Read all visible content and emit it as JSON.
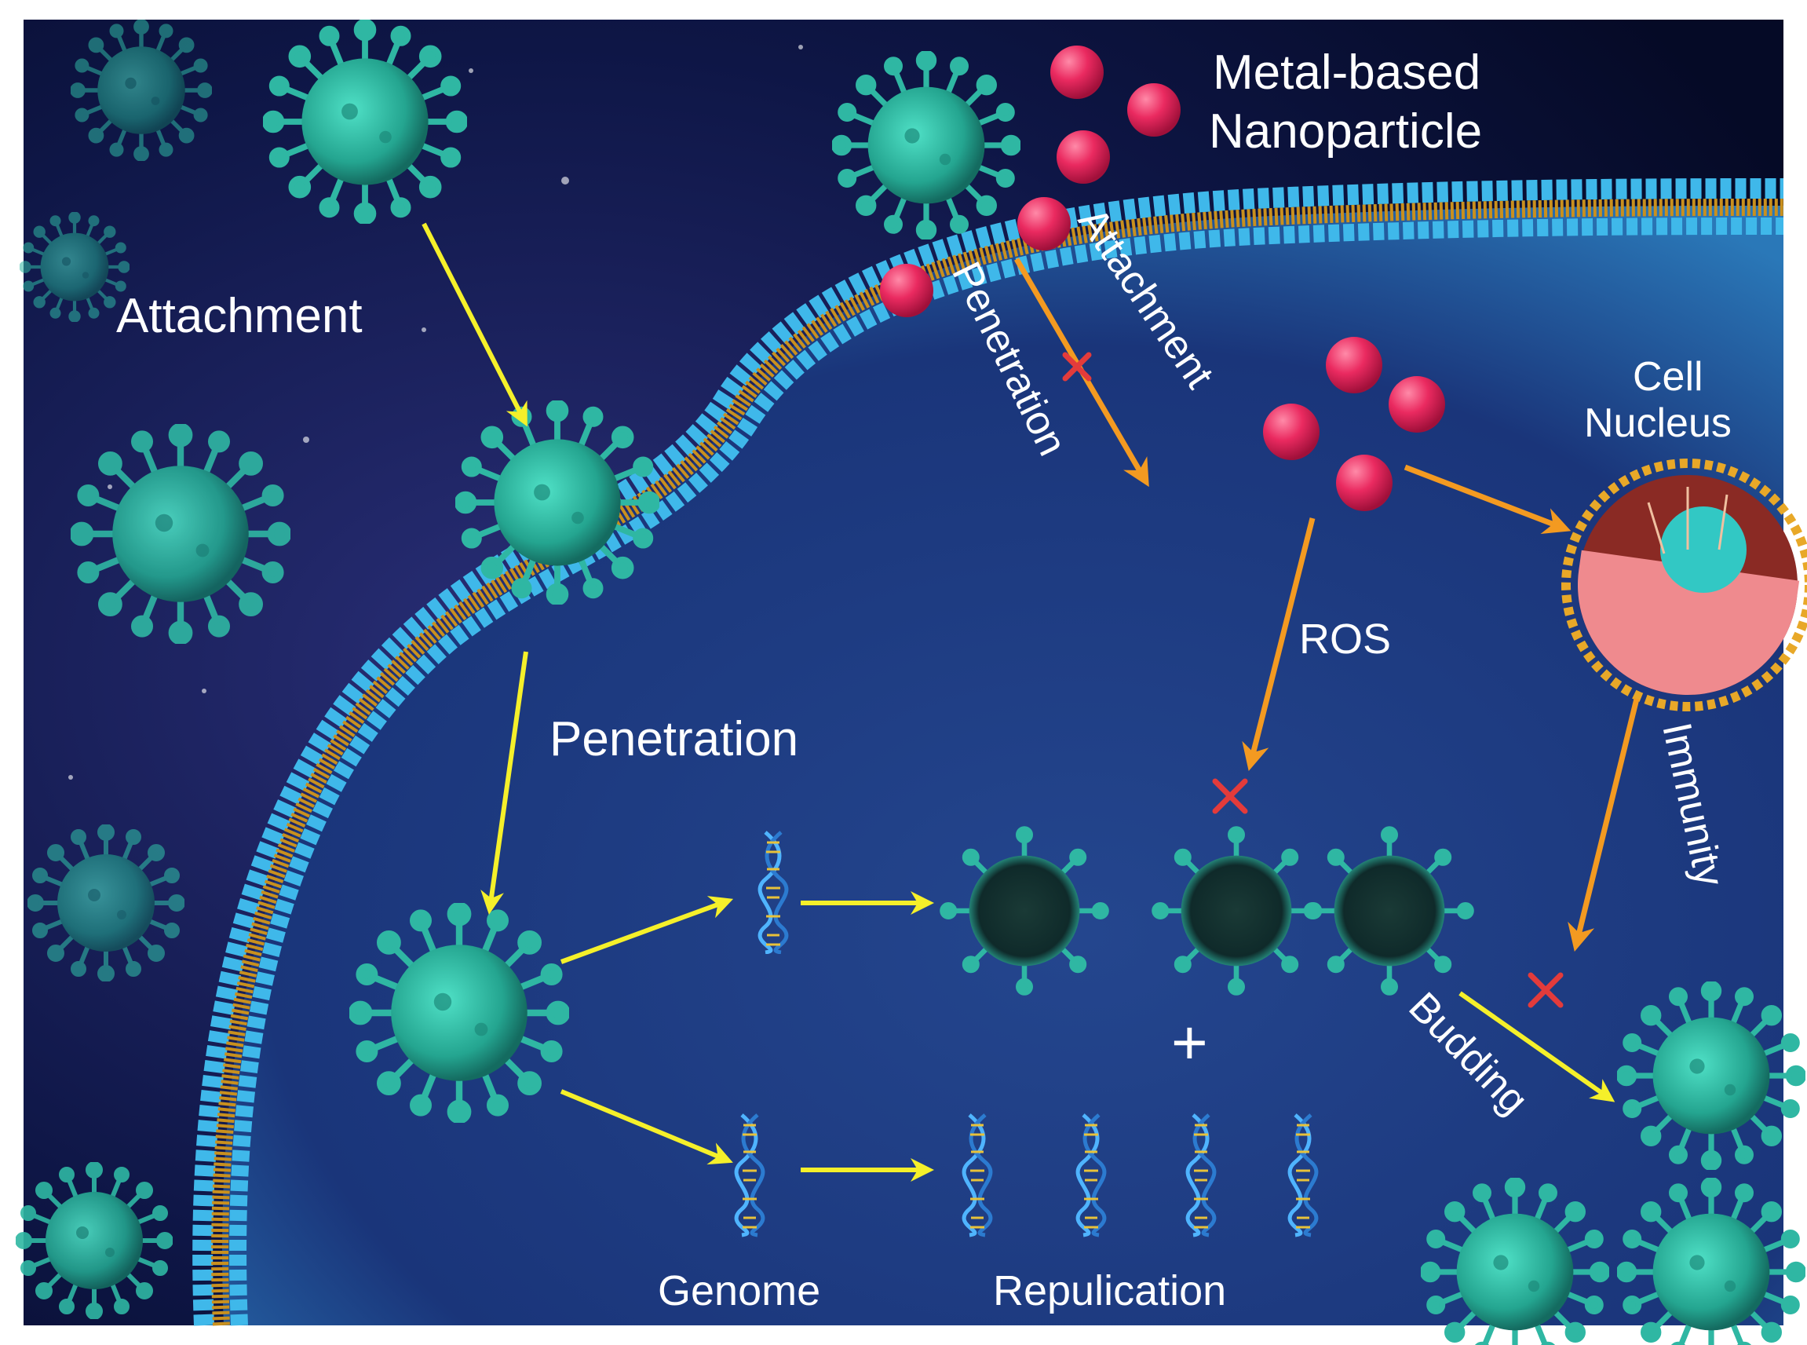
{
  "labels": {
    "attachment_outer": "Attachment",
    "penetration_outer": "Penetration",
    "nanoparticle_line1": "Metal-based",
    "nanoparticle_line2": "Nanoparticle",
    "attachment_blocked": "Attachment",
    "penetration_blocked": "Penetration",
    "ros": "ROS",
    "nucleus_line1": "Cell",
    "nucleus_line2": "Nucleus",
    "immunity": "Immunity",
    "budding": "Budding",
    "plus": "+",
    "genome": "Genome",
    "replication": "Repulication"
  },
  "colors": {
    "background": "#0b1238",
    "cytoplasm": "#1c3f86",
    "membrane_head": "#3fb8ea",
    "membrane_tail": "#c9901e",
    "virus": "#2fb7a3",
    "nanoparticle": "#e8285c",
    "viral_process_arrow": "#f5f02a",
    "nanoparticle_arrow": "#f39a21",
    "block_mark": "#e33b3b",
    "label_text": "#ffffff"
  }
}
